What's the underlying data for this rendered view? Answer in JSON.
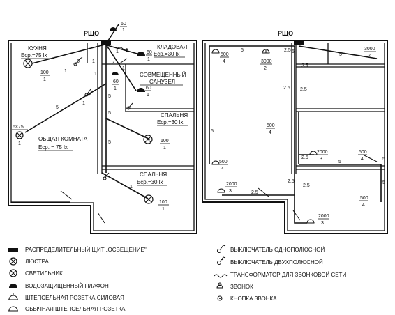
{
  "plan_left": {
    "panel_label": "РЩО",
    "panel_value": "60\n1",
    "rooms": {
      "kitchen": {
        "name": "КУХНЯ",
        "norm": "Еср.=75 lx"
      },
      "storage": {
        "name": "КЛАДОВАЯ",
        "norm": "Еср.=30 lx"
      },
      "bathroom": {
        "name_line1": "СОВМЕЩЕННЫЙ",
        "name_line2": "САНУЗЕЛ"
      },
      "bedroom1": {
        "name": "СПАЛЬНЯ",
        "norm": "Еср.=30 lx"
      },
      "living": {
        "name": "ОБЩАЯ КОМНАТА",
        "norm": "Еср. = 75 lx",
        "fixture": "6×75"
      },
      "bedroom2": {
        "name": "СПАЛЬНЯ",
        "norm": "Еср.=30 lx"
      }
    },
    "fixtures": {
      "kitchen_top": "100",
      "kitchen_bot": "1",
      "storage_top": "60",
      "storage_bot": "1",
      "bath_top": "60",
      "bath_bot": "1",
      "bath2_top": "60",
      "bath2_bot": "1",
      "bed1_top": "100",
      "bed1_bot": "1",
      "bed2_top": "100",
      "bed2_bot": "1",
      "living_bot": "1"
    },
    "wire_counts": [
      "1",
      "5",
      "1",
      "1",
      "1",
      "5",
      "5",
      "5",
      "5",
      "1",
      "1",
      "1",
      "2",
      "1",
      "1"
    ]
  },
  "plan_right": {
    "panel_label": "РЩО",
    "labels": {
      "a_top": "500",
      "a_bot": "4",
      "b_top": "3000",
      "b_bot": "2",
      "c_top": "3000",
      "c_bot": "2",
      "d_top": "500",
      "d_bot": "4",
      "e_top": "500",
      "e_bot": "4",
      "f_top": "2000",
      "f_bot": "3",
      "g_top": "500",
      "g_bot": "4",
      "h_top": "2000",
      "h_bot": "3",
      "i_top": "500",
      "i_bot": "4",
      "j_top": "2000",
      "j_bot": "3"
    },
    "wire_counts": [
      "5",
      "2.5",
      "5",
      "2.5",
      "2.5",
      "5",
      "2.5",
      "2.5",
      "2.5",
      "5",
      "2.5",
      "5",
      "2.5",
      "5",
      "5"
    ]
  },
  "legend_left": [
    {
      "icon": "panel-icon",
      "text": "РАСПРЕДЕЛИТЕЛЬНЫЙ ЩИТ „ОСВЕЩЕНИЕ\""
    },
    {
      "icon": "chandelier-icon",
      "text": "ЛЮСТРА"
    },
    {
      "icon": "lamp-icon",
      "text": "СВЕТИЛЬНИК"
    },
    {
      "icon": "waterproof-ceiling-icon",
      "text": "ВОДОЗАЩИЩЕННЫЙ ПЛАФОН"
    },
    {
      "icon": "power-socket-icon",
      "text": "ШТЕПСЕЛЬНАЯ РОЗЕТКА СИЛОВАЯ"
    },
    {
      "icon": "socket-icon",
      "text": "ОБЫЧНАЯ ШТЕПСЕЛЬНАЯ РОЗЕТКА"
    }
  ],
  "legend_right": [
    {
      "icon": "single-switch-icon",
      "text": "ВЫКЛЮЧАТЕЛЬ ОДНОПОЛЮСНОЙ"
    },
    {
      "icon": "double-switch-icon",
      "text": "ВЫКЛЮЧАТЕЛЬ ДВУХПОЛЮСНОЙ"
    },
    {
      "icon": "transformer-icon",
      "text": "ТРАНСФОРМАТОР ДЛЯ ЗВОНКОВОЙ СЕТИ"
    },
    {
      "icon": "bell-icon",
      "text": "ЗВОНОК"
    },
    {
      "icon": "bell-button-icon",
      "text": "КНОПКА ЗВОНКА"
    }
  ]
}
